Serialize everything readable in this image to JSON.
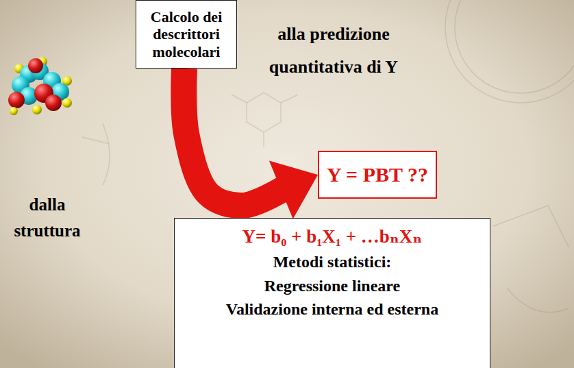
{
  "diagram": {
    "nodes": [
      {
        "text": [
          "Calcolo dei descrittori molecolari"
        ]
      },
      {
        "text": [
          "Y = PBT ??"
        ]
      },
      {
        "text": [
          "Y= b₀ + b₁X₁ + …bₙXₙ",
          "Metodi statistici:",
          "Regressione lineare",
          "Validazione interna ed esterna"
        ]
      }
    ],
    "edges": [
      {
        "from": 0,
        "to": 1,
        "arrow": "to"
      }
    ],
    "labels": [
      "dalla struttura",
      "alla predizione quantitativa di Y"
    ]
  }
}
